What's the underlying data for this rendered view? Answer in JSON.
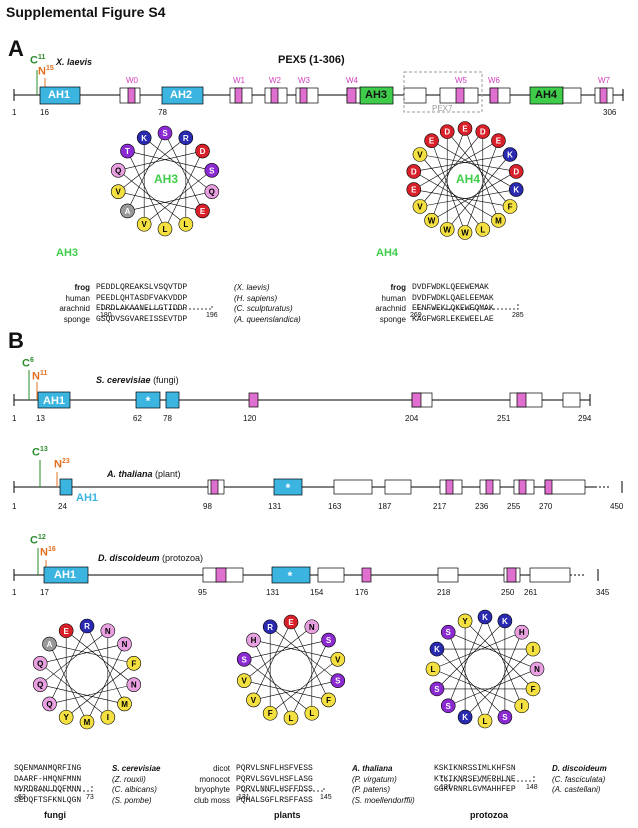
{
  "title": "Supplemental Figure S4",
  "panelA": {
    "label": "A",
    "species": "X. laevis",
    "protein": "PEX5 (1-306)",
    "c_label": "C",
    "c_num": "11",
    "n_label": "N",
    "n_num": "15",
    "domains": [
      "AH1",
      "AH2",
      "AH3",
      "AH4"
    ],
    "w_labels": [
      "W0",
      "W1",
      "W2",
      "W3",
      "W4",
      "W5",
      "W6",
      "W7"
    ],
    "pex7": "PEX7",
    "ticks": [
      "1",
      "16",
      "78",
      "306"
    ],
    "wheel_labels": [
      "AH3",
      "AH4"
    ],
    "wheel_ah3": [
      "S",
      "R",
      "D",
      "S",
      "Q",
      "E",
      "L",
      "L",
      "V",
      "A",
      "V",
      "Q",
      "T",
      "K"
    ],
    "wheel_ah4": [
      "E",
      "D",
      "E",
      "K",
      "D",
      "K",
      "F",
      "M",
      "L",
      "W",
      "W",
      "W",
      "V",
      "E",
      "D",
      "V",
      "E",
      "D"
    ],
    "ah3": {
      "title": "AH3",
      "names": [
        "frog",
        "human",
        "arachnid",
        "sponge"
      ],
      "seqs": [
        "PEDDLQREAKSLVSQVTDP",
        "PEEDLQHTASDFVAKVDDP",
        "EDRDLAKAANELLGTIDDP",
        "GSQDVSGVAREISSEVTDP"
      ],
      "species": [
        "(X. laevis)",
        "(H. sapiens)",
        "(C. sculpturatus)",
        "(A. queenslandica)"
      ],
      "start": "180",
      "end": "196"
    },
    "ah4": {
      "title": "AH4",
      "names": [
        "frog",
        "human",
        "arachnid",
        "sponge"
      ],
      "seqs": [
        "DVDFWDKLQEEWEMAK",
        "DVDFWDKLQAELEEMAK",
        "EENFWEKLQKEWEQMAK",
        "KAGFWGRLEKEWEELAE"
      ],
      "start": "269",
      "end": "285"
    }
  },
  "panelB": {
    "label": "B",
    "proteins": [
      {
        "species": "S. cerevisiae",
        "group": "(fungi)",
        "c": "6",
        "n": "11",
        "ticks": [
          "1",
          "13",
          "62",
          "78",
          "120",
          "204",
          "251",
          "294"
        ]
      },
      {
        "species": "A. thaliana",
        "group": "(plant)",
        "c": "13",
        "n": "23",
        "ticks": [
          "1",
          "24",
          "98",
          "131",
          "163",
          "187",
          "217",
          "236",
          "255",
          "270",
          "450"
        ]
      },
      {
        "species": "D. discoideum",
        "group": "(protozoa)",
        "c": "12",
        "n": "16",
        "ticks": [
          "1",
          "17",
          "95",
          "131",
          "154",
          "176",
          "218",
          "250",
          "261",
          "345"
        ]
      }
    ],
    "ah1": "AH1",
    "wheels": {
      "fungi": [
        "R",
        "N",
        "N",
        "F",
        "N",
        "M",
        "I",
        "M",
        "Y",
        "Q",
        "Q",
        "Q",
        "A",
        "E"
      ],
      "plants": [
        "E",
        "N",
        "S",
        "V",
        "S",
        "F",
        "L",
        "L",
        "F",
        "V",
        "V",
        "S",
        "H",
        "R"
      ],
      "protozoa": [
        "K",
        "K",
        "H",
        "I",
        "N",
        "F",
        "I",
        "S",
        "L",
        "K",
        "S",
        "S",
        "L",
        "K",
        "S",
        "Y"
      ]
    },
    "fungi": {
      "seqs": [
        "SQENMANMQRFING",
        "DAARF-HMQNFMNN",
        "NVRDRANLDQFMNN",
        "SEDQFTSFKNLQGN"
      ],
      "species": "S. cerevisiae",
      "others": [
        "(Z. rouxii)",
        "(C. albicans)",
        "(S. pombe)"
      ],
      "start": "62",
      "end": "73",
      "footer": "fungi"
    },
    "plants": {
      "names": [
        "dicot",
        "monocot",
        "bryophyte",
        "club moss"
      ],
      "seqs": [
        "PQRVLSNFLHSFVESS",
        "PQRVLSGVLHSFLASG",
        "PQRVLNNFLHSFFDSS",
        "PQHALSGFLRSFFASS"
      ],
      "species": "A. thaliana",
      "others": [
        "(P. virgatum)",
        "(P. patens)",
        "(S. moellendorffii)"
      ],
      "start": "131",
      "end": "145",
      "footer": "plants"
    },
    "protozoa": {
      "seqs": [
        "KSKIKNRSSIMLKHFSN",
        "KTKIKNRSEVMFRHLNE",
        "GGKVRNRLGVMAHHFEP"
      ],
      "species": "D. discoideum",
      "others": [
        "(C. fasciculata)",
        "(A. castellani)"
      ],
      "start": "131",
      "end": "148",
      "footer": "protozoa"
    }
  }
}
